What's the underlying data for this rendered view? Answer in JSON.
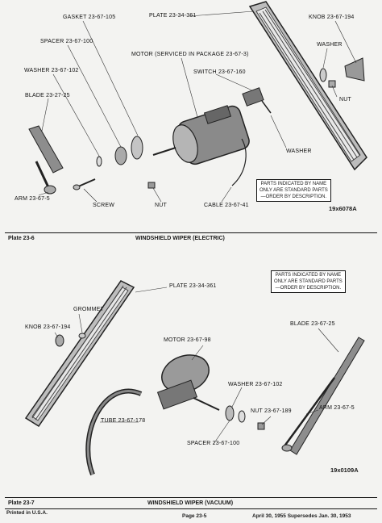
{
  "plate1": {
    "labels": {
      "gasket": "GASKET 23-67-105",
      "plate": "PLATE 23-34-361",
      "knob": "KNOB 23-67-194",
      "spacer": "SPACER 23-67-100",
      "motor": "MOTOR (SERVICED IN PACKAGE 23-67-3)",
      "washer_top": "WASHER",
      "washer_left": "WASHER 23-67-102",
      "switch": "SWITCH 23-67-160",
      "blade": "BLADE 23-27-25",
      "nut_right": "NUT",
      "washer_mid": "WASHER",
      "arm": "ARM 23-67-5",
      "screw": "SCREW",
      "nut_bottom": "NUT",
      "cable": "CABLE 23-67-41"
    },
    "note": [
      "PARTS INDICATED BY NAME",
      "ONLY ARE STANDARD PARTS",
      "—ORDER BY DESCRIPTION."
    ],
    "code": "19x6078A",
    "plate_no": "Plate 23-6",
    "title": "WINDSHIELD WIPER (ELECTRIC)"
  },
  "plate2": {
    "labels": {
      "plate": "PLATE 23-34-361",
      "grommet": "GROMMET",
      "knob": "KNOB 23-67-194",
      "blade": "BLADE 23-67-25",
      "motor": "MOTOR 23-67-98",
      "washer": "WASHER 23-67-102",
      "nut": "NUT 23-67-189",
      "tube": "TUBE 23-67-178",
      "arm": "ARM 23-67-5",
      "spacer": "SPACER 23-67-100"
    },
    "note": [
      "PARTS INDICATED BY NAME",
      "ONLY ARE STANDARD PARTS",
      "—ORDER BY DESCRIPTION."
    ],
    "code": "19x0109A",
    "plate_no": "Plate 23-7",
    "title": "WINDSHIELD WIPER (VACUUM)"
  },
  "footer": {
    "printed": "Printed in U.S.A.",
    "page": "Page 23-5",
    "date": "April 30, 1955 Supersedes Jan. 30, 1953"
  }
}
